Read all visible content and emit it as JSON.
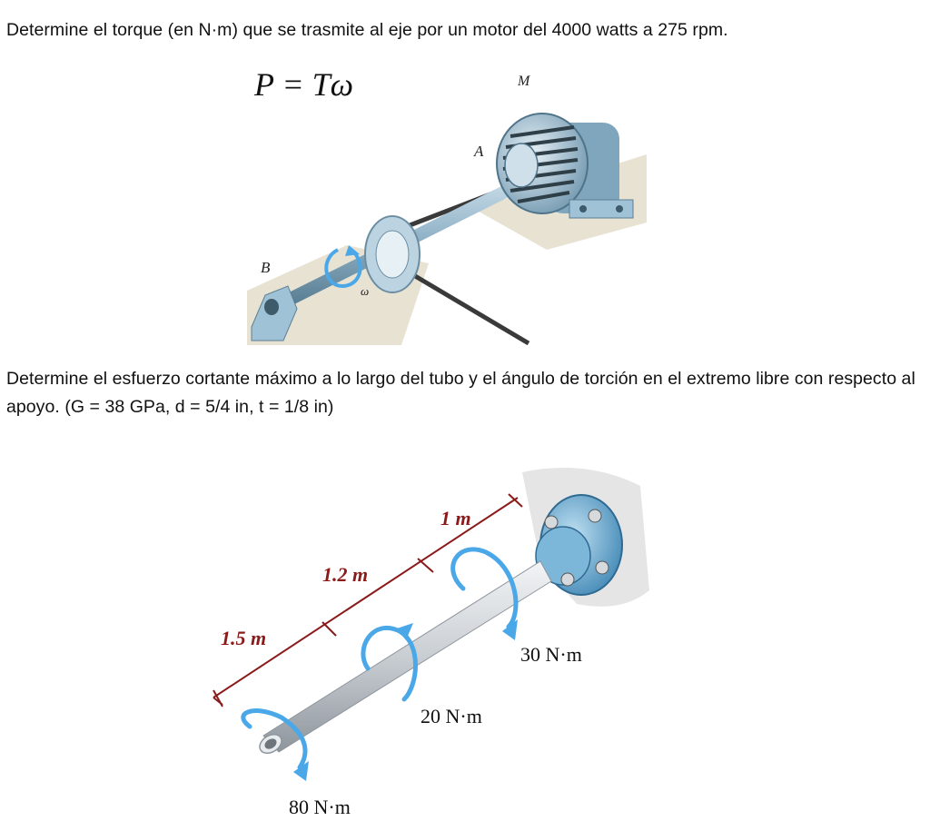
{
  "problem1": {
    "text": "Determine el torque (en N·m) que se trasmite al eje por un motor del 4000 watts a 275 rpm.",
    "figure": {
      "formula": "P = Tω",
      "label_motor": "M",
      "label_a": "A",
      "label_b": "B",
      "label_omega": "ω"
    }
  },
  "problem2": {
    "text": "Determine el esfuerzo cortante máximo a lo largo del tubo y el ángulo de torción en el extremo libre con respecto al apoyo. (G = 38 GPa, d = 5/4 in, t = 1/8 in)",
    "figure": {
      "dim_1": "1 m",
      "dim_2": "1.2 m",
      "dim_3": "1.5 m",
      "torque_30": "30 N·m",
      "torque_20": "20 N·m",
      "torque_80": "80 N·m"
    }
  },
  "colors": {
    "dimension_line": "#8b1a1a",
    "torque_arrow": "#4aa8e8",
    "shaft": "#c9ced3",
    "motor_blue": "#8fb7cf",
    "ground": "#e8e2d3"
  }
}
